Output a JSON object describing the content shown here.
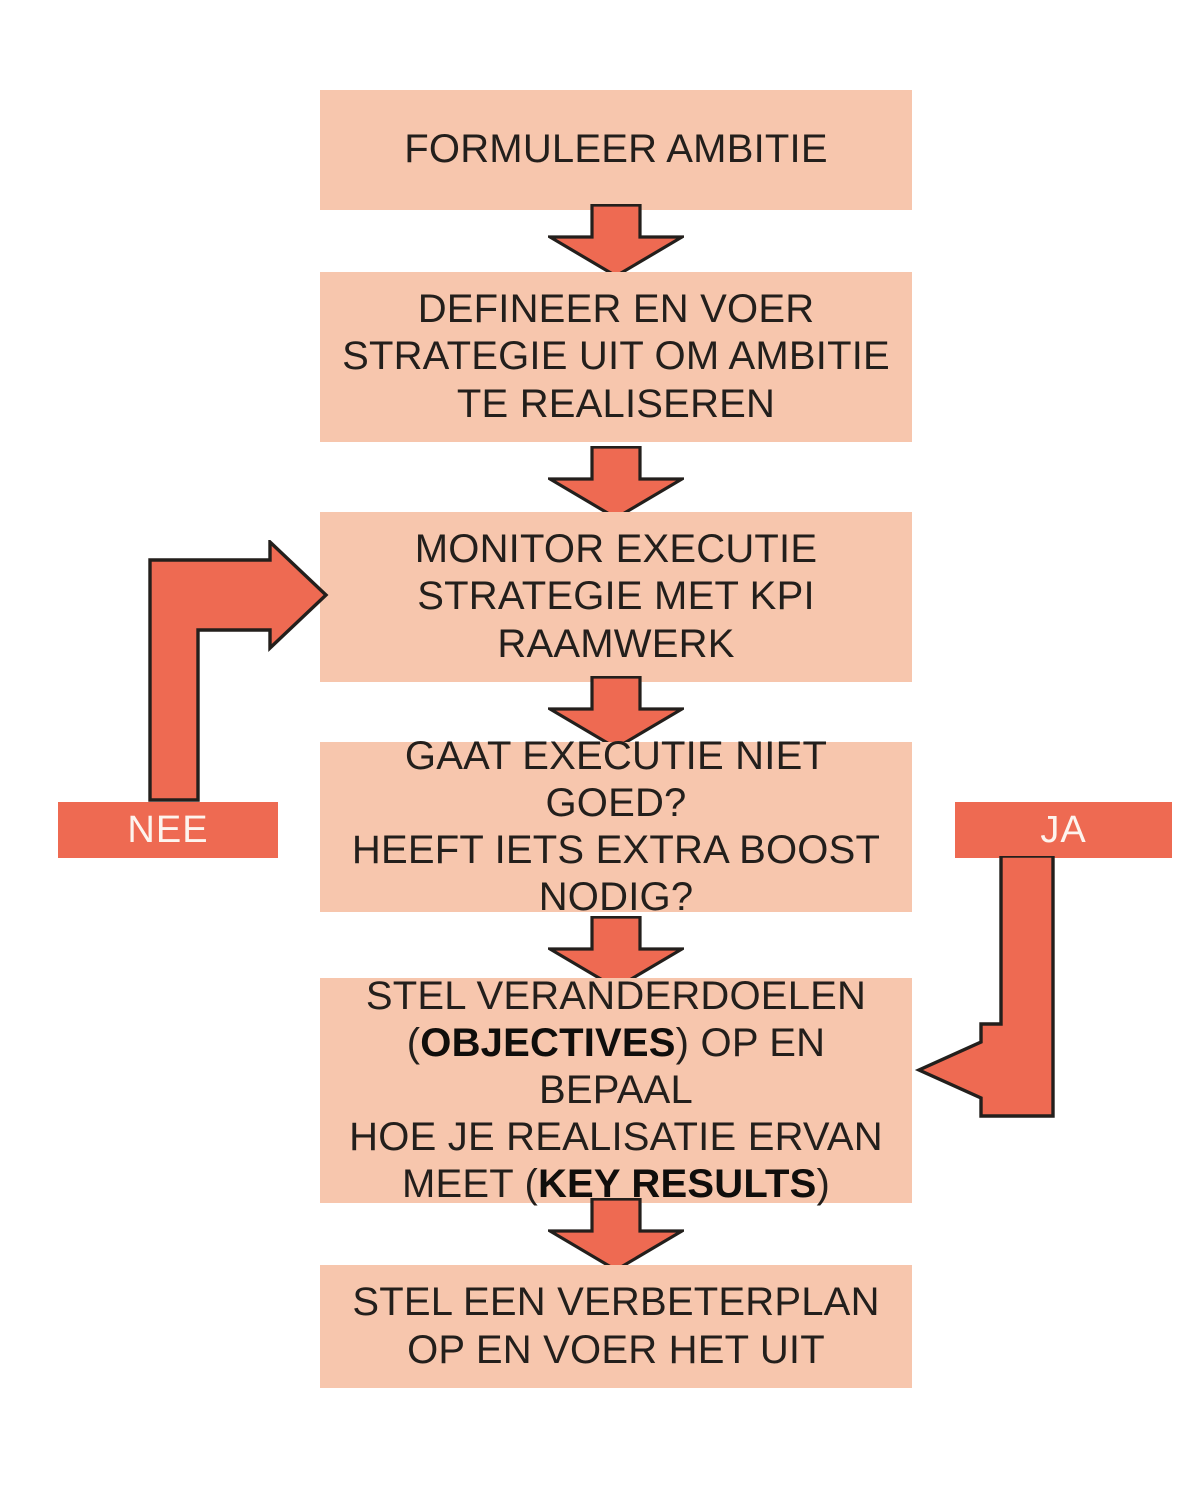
{
  "diagram": {
    "title": "OKR proces stroomdiagram",
    "language": "nl",
    "colors": {
      "box_fill": "#F7C6AD",
      "arrow_fill": "#EE6A52",
      "arrow_stroke": "#231F1C",
      "text": "#231F1C",
      "label_text": "#FDF4EE",
      "background": "#FFFFFF"
    },
    "nodes": [
      {
        "id": "formuleer-ambitie",
        "text": "FORMULEER AMBITIE",
        "lines": [
          "FORMULEER AMBITIE"
        ]
      },
      {
        "id": "definieer-strategie",
        "text": "DEFINEER EN VOER\nSTRATEGIE UIT OM AMBITIE\nTE REALISEREN",
        "lines": [
          "DEFINEER EN VOER",
          "STRATEGIE UIT OM AMBITIE",
          "TE REALISEREN"
        ]
      },
      {
        "id": "monitor-executie",
        "text": "MONITOR EXECUTIE\nSTRATEGIE MET KPI\nRAAMWERK",
        "lines": [
          "MONITOR EXECUTIE",
          "STRATEGIE MET KPI",
          "RAAMWERK"
        ]
      },
      {
        "id": "beslissing-executie",
        "text": "GAAT EXECUTIE NIET GOED?\nHEEFT IETS EXTRA BOOST\nNODIG?",
        "lines": [
          "GAAT EXECUTIE NIET GOED?",
          "HEEFT IETS EXTRA BOOST",
          "NODIG?"
        ]
      },
      {
        "id": "stel-veranderdoelen",
        "text": "STEL VERANDERDOELEN (OBJECTIVES) OP EN BEPAAL HOE JE REALISATIE ERVAN MEET (KEY RESULTS)",
        "html": "STEL VERANDERDOELEN<br>(<b>OBJECTIVES</b>) OP EN BEPAAL<br>HOE JE REALISATIE ERVAN<br>MEET (<b>KEY RESULTS</b>)",
        "bold_terms": [
          "OBJECTIVES",
          "KEY RESULTS"
        ]
      },
      {
        "id": "verbeterplan",
        "text": "STEL EEN VERBETERPLAN\nOP EN VOER HET UIT",
        "lines": [
          "STEL EEN VERBETERPLAN",
          "OP EN VOER HET UIT"
        ]
      }
    ],
    "branch_labels": [
      {
        "id": "nee",
        "text": "NEE",
        "side": "left",
        "from": "beslissing-executie",
        "to": "monitor-executie"
      },
      {
        "id": "ja",
        "text": "JA",
        "side": "right",
        "from": "beslissing-executie",
        "to": "stel-veranderdoelen"
      }
    ],
    "connectors": [
      {
        "id": "c1",
        "from": "formuleer-ambitie",
        "to": "definieer-strategie",
        "direction": "down"
      },
      {
        "id": "c2",
        "from": "definieer-strategie",
        "to": "monitor-executie",
        "direction": "down"
      },
      {
        "id": "c3",
        "from": "monitor-executie",
        "to": "beslissing-executie",
        "direction": "down"
      },
      {
        "id": "c4",
        "from": "beslissing-executie",
        "to": "stel-veranderdoelen",
        "direction": "down"
      },
      {
        "id": "c5",
        "from": "stel-veranderdoelen",
        "to": "verbeterplan",
        "direction": "down"
      },
      {
        "id": "c6",
        "from": "nee",
        "to": "monitor-executie",
        "direction": "up-then-right"
      },
      {
        "id": "c7",
        "from": "ja",
        "to": "stel-veranderdoelen",
        "direction": "down-then-left"
      }
    ]
  }
}
